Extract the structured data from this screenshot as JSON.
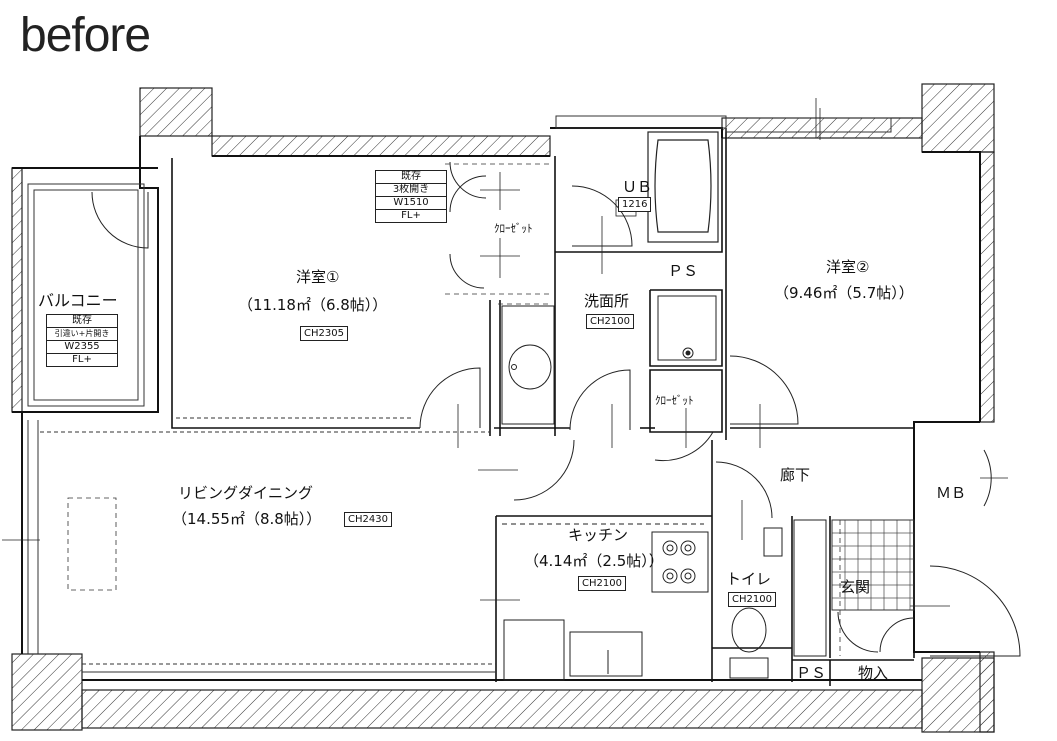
{
  "title": "before",
  "rooms": {
    "western1": {
      "name": "洋室①",
      "area": "（11.18㎡（6.8帖））",
      "ceiling": "CH2305"
    },
    "western2": {
      "name": "洋室②",
      "area": "（9.46㎡（5.7帖））"
    },
    "living": {
      "name": "リビングダイニング",
      "area": "（14.55㎡（8.8帖））",
      "ceiling": "CH2430"
    },
    "kitchen": {
      "name": "キッチン",
      "area": "（4.14㎡（2.5帖））",
      "ceiling": "CH2100"
    },
    "washroom": {
      "name": "洗面所",
      "ceiling": "CH2100"
    },
    "toilet": {
      "name": "トイレ",
      "ceiling": "CH2100"
    },
    "bath": {
      "name": "ＵＢ",
      "size": "1216"
    },
    "balcony": {
      "name": "バルコニー"
    },
    "hallway": {
      "name": "廊下"
    },
    "entrance": {
      "name": "玄関"
    },
    "storage": {
      "name": "物入"
    },
    "meter_box": {
      "name": "ＭＢ"
    },
    "closet1": {
      "name": "ｸﾛｰｾﾞｯﾄ"
    },
    "closet2": {
      "name": "ｸﾛｰｾﾞｯﾄ"
    },
    "ps1": {
      "name": "ＰＳ"
    },
    "ps2": {
      "name": "ＰＳ"
    }
  },
  "window_notes": {
    "western1": [
      "既存",
      "3枚開き",
      "W1510",
      "FL+"
    ],
    "balcony": [
      "既存",
      "引違い+片開き",
      "W2355",
      "FL+"
    ]
  }
}
